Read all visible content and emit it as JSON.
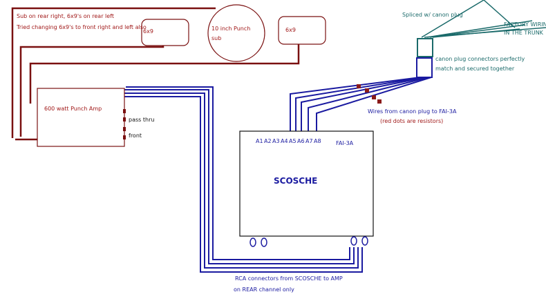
{
  "notes": {
    "line1": "Sub on rear right, 6x9's on rear left",
    "line2": "Tried changing 6x9's to front right and left also"
  },
  "speakers": {
    "left_6x9": "6x9",
    "sub_line1": "10 inch Punch",
    "sub_line2": "sub",
    "right_6x9": "6x9"
  },
  "amp": {
    "label": "600 watt Punch Amp",
    "pass_thru": "pass thru",
    "front": "front"
  },
  "scosche": {
    "brand": "SCOSCHE",
    "model": "FAI-3A",
    "pins": [
      "A1",
      "A2",
      "A3",
      "A4",
      "A5",
      "A6",
      "A7",
      "A8"
    ]
  },
  "annotations": {
    "spliced": "Spliced w/ canon plug",
    "factory_line1": "FACTORY WIRING",
    "factory_line2": "IN THE TRUNK",
    "canon_line1": "canon plug connectors perfectly",
    "canon_line2": "match and secured together",
    "wires_line1": "Wires from canon plug to FAI-3A",
    "wires_line2": "(red dots are resistors)",
    "rca_line1": "RCA connectors from SCOSCHE to AMP",
    "rca_line2": "on REAR channel only"
  },
  "colors": {
    "speaker_wire": "#7a1010",
    "rca_wire": "#1a1aa0",
    "factory_wire": "#1a6a6a",
    "resistor": "#8a1a1a"
  }
}
